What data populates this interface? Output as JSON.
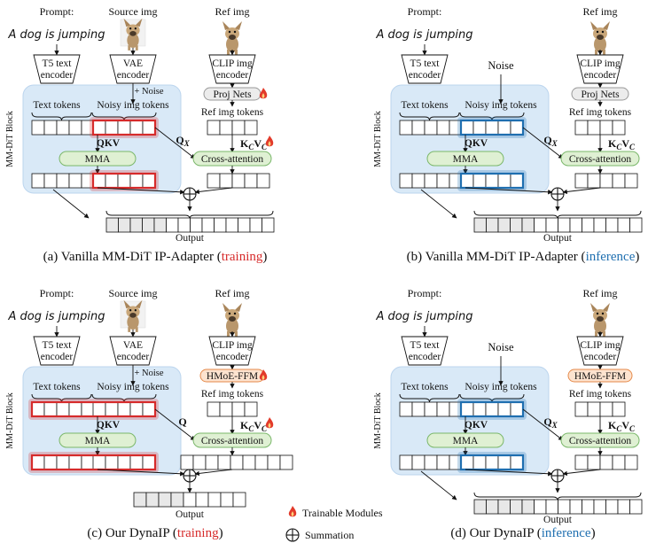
{
  "colors": {
    "block_fill": "#d9e9f7",
    "block_stroke": "#bcd5ee",
    "train_red": "#d62b2b",
    "infer_blue": "#1f6fb0",
    "green_fill": "#dff0d3",
    "green_stroke": "#7ab76a",
    "orange_fill": "#fde3cf",
    "orange_stroke": "#e58a4a",
    "gray_fill": "#ececec",
    "cell_gray": "#e8e8e8"
  },
  "common": {
    "prompt_label": "Prompt:",
    "prompt_text": "A dog is jumping",
    "source_label": "Source img",
    "ref_label": "Ref img",
    "t5_line1": "T5 text",
    "t5_line2": "encoder",
    "vae_line1": "VAE",
    "vae_line2": "encoder",
    "clip_line1": "CLIP img",
    "clip_line2": "encoder",
    "noise_add": "+ Noise",
    "noise": "Noise",
    "block_label": "MM-DiT Block",
    "text_tokens": "Text tokens",
    "noisy_tokens": "Noisy img tokens",
    "ref_tokens": "Ref img tokens",
    "qkv": "QKV",
    "mma": "MMA",
    "cross": "Cross-attention",
    "kcvc": "KCVC",
    "qx": "QX",
    "q": "Q",
    "proj": "Proj Nets",
    "hmoe": "HMoE-FFM",
    "output": "Output"
  },
  "captions": {
    "a_prefix": "(a) Vanilla MM-DiT IP-Adapter (",
    "a_mode": "training",
    "b_prefix": "(b) Vanilla MM-DiT IP-Adapter (",
    "b_mode": "inference",
    "c_prefix": "(c) Our DynaIP (",
    "c_mode": "training",
    "d_prefix": "(d) Our DynaIP (",
    "d_mode": "inference",
    "close": ")"
  },
  "legend": {
    "trainable": "Trainable Modules",
    "summation": "Summation"
  }
}
